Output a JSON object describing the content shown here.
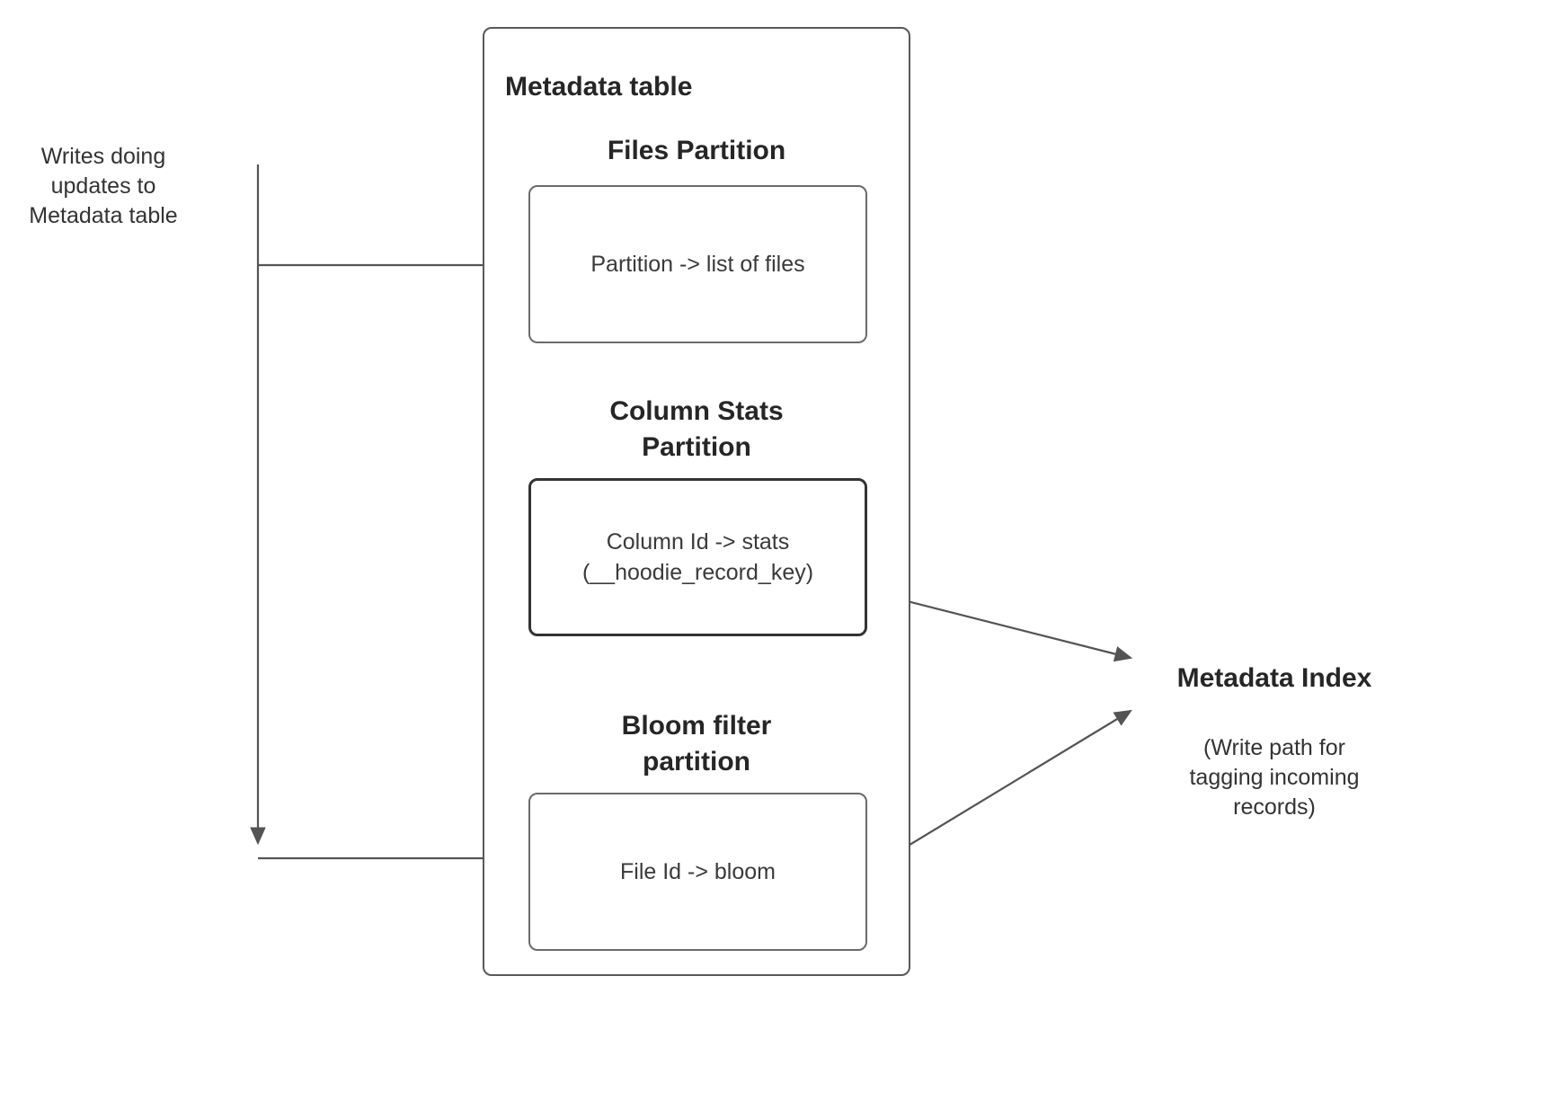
{
  "metadata_table": {
    "title": "Metadata table",
    "files_partition": {
      "heading": "Files Partition",
      "box_text": "Partition -> list of files"
    },
    "column_stats_partition": {
      "heading": "Column Stats\nPartition",
      "box_text": "Column Id -> stats\n(__hoodie_record_key)"
    },
    "bloom_filter_partition": {
      "heading": "Bloom filter\npartition",
      "box_text": "File Id -> bloom"
    }
  },
  "left_note": "Writes doing\nupdates to\nMetadata table",
  "metadata_index": {
    "title": "Metadata Index",
    "subtitle": "(Write path for\ntagging incoming\nrecords)"
  },
  "connectors": {
    "writes_arrow": "writes-to-metadata-table-down-arrow",
    "writes_to_files": "writes-to-files-partition-line",
    "writes_to_bloom": "writes-to-bloom-partition-line",
    "colstats_to_index": "column-stats-to-metadata-index-arrow",
    "bloom_to_index": "bloom-filter-to-metadata-index-arrow"
  },
  "colors": {
    "line": "#545454",
    "box_border": "#6b6b6b",
    "emphasis_border": "#333333",
    "text": "#333333",
    "heading_text": "#262626",
    "background": "#ffffff"
  }
}
